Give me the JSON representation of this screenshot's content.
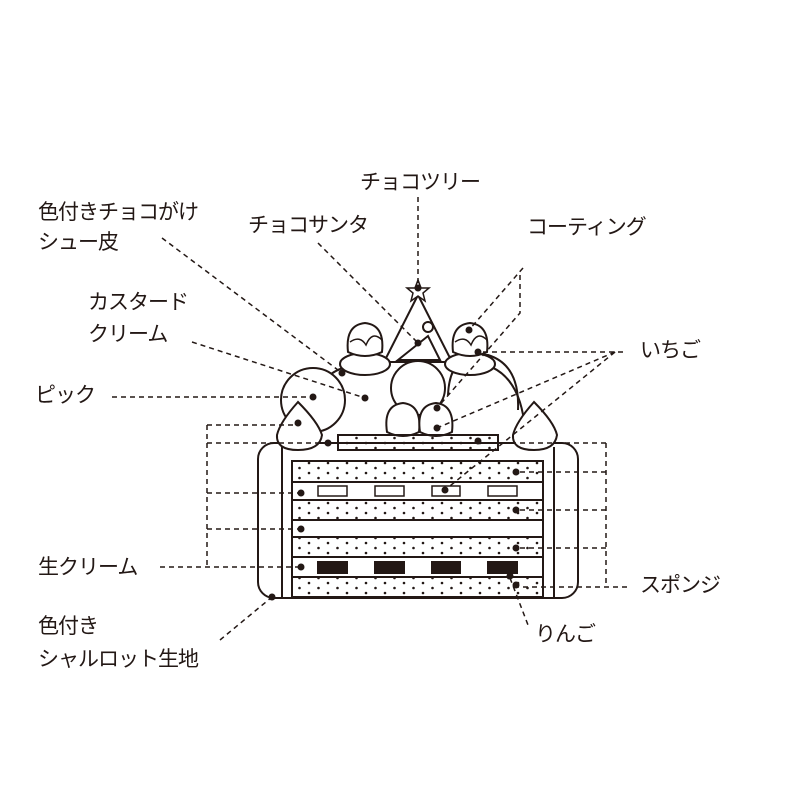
{
  "labels": {
    "choco_tree": "チョコツリー",
    "choux_line1": "色付きチョコがけ",
    "choux_line2": "シュー皮",
    "choco_santa": "チョコサンタ",
    "coating": "コーティング",
    "custard_line1": "カスタード",
    "custard_line2": "クリーム",
    "pick": "ピック",
    "strawberry": "いちご",
    "fresh_cream": "生クリーム",
    "sponge": "スポンジ",
    "charlotte_line1": "色付き",
    "charlotte_line2": "シャルロット生地",
    "apple": "りんご"
  },
  "colors": {
    "ink": "#231815",
    "background": "#ffffff"
  }
}
